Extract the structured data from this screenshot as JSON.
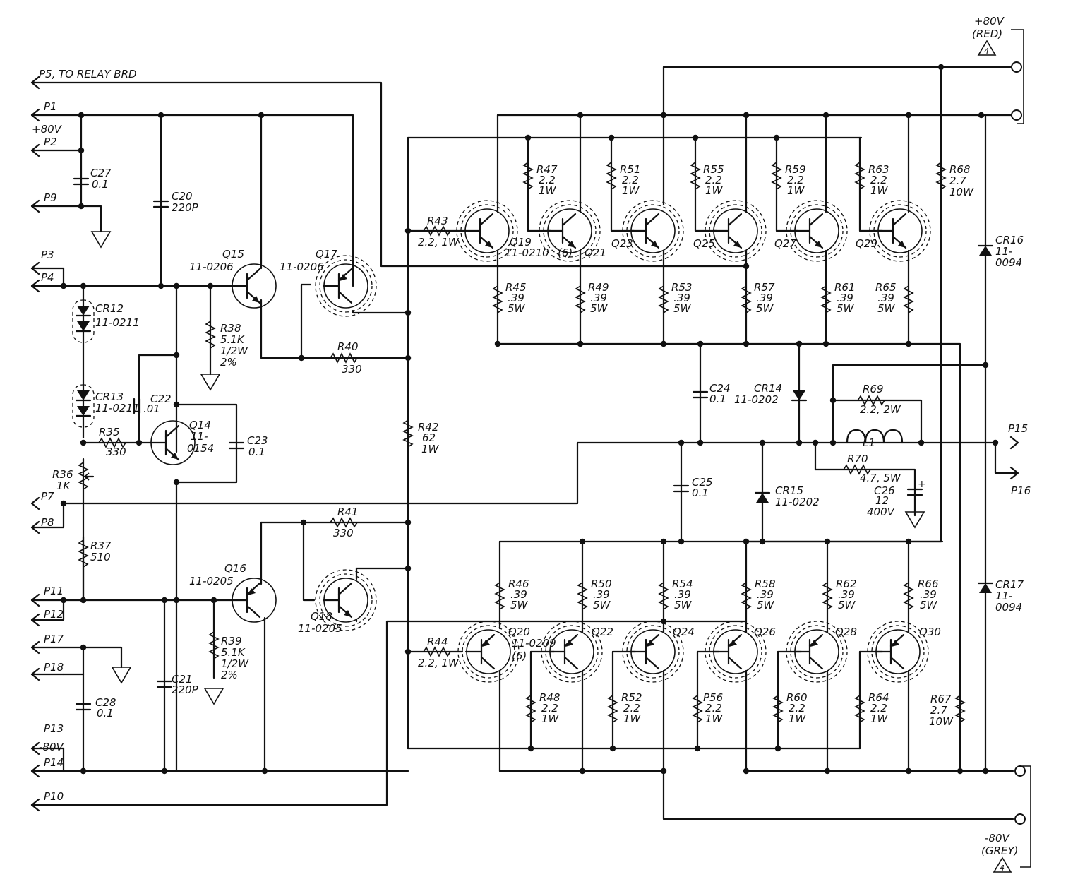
{
  "connectors": {
    "p5": "P5, TO RELAY BRD",
    "p1": "P1",
    "plus80_left": "+80V",
    "p2": "P2",
    "p9": "P9",
    "p3": "P3",
    "p4": "P4",
    "p7": "P7",
    "p8": "P8",
    "p11": "P11",
    "p12": "P12",
    "p17": "P17",
    "p18": "P18",
    "p13": "P13",
    "minus80_left": "-80V",
    "p14": "P14",
    "p10": "P10",
    "p15": "P15",
    "p16": "P16"
  },
  "supplies": {
    "plus80": "+80V",
    "plus80_wire": "(RED)",
    "minus80": "-80V",
    "minus80_wire": "(GREY)",
    "note": "4"
  },
  "capacitors": {
    "c27": {
      "ref": "C27",
      "val": "0.1"
    },
    "c20": {
      "ref": "C20",
      "val": "220P"
    },
    "c22": {
      "ref": "C22",
      "val": ".01"
    },
    "c23": {
      "ref": "C23",
      "val": "0.1"
    },
    "c21": {
      "ref": "C21",
      "val": "220P"
    },
    "c28": {
      "ref": "C28",
      "val": "0.1"
    },
    "c24": {
      "ref": "C24",
      "val": "0.1"
    },
    "c25": {
      "ref": "C25",
      "val": "0.1"
    },
    "c26": {
      "ref": "C26",
      "val": "12",
      "rating": "400V"
    }
  },
  "diodes": {
    "cr12": {
      "ref": "CR12",
      "part": "11-0211"
    },
    "cr13": {
      "ref": "CR13",
      "part": "11-0211"
    },
    "cr14": {
      "ref": "CR14",
      "part": "11-0202"
    },
    "cr15": {
      "ref": "CR15",
      "part": "11-0202"
    },
    "cr16": {
      "ref": "CR16",
      "part_a": "11-",
      "part_b": "0094"
    },
    "cr17": {
      "ref": "CR17",
      "part_a": "11-",
      "part_b": "0094"
    }
  },
  "transistors": {
    "q15": {
      "ref": "Q15",
      "part": "11-0206"
    },
    "q17": {
      "ref": "Q17",
      "part": "11-0206"
    },
    "q14": {
      "ref": "Q14",
      "part_a": "11-",
      "part_b": "0154"
    },
    "q16": {
      "ref": "Q16",
      "part": "11-0205"
    },
    "q18": {
      "ref": "Q18",
      "part": "11-0205"
    },
    "q19": {
      "ref": "Q19",
      "part": "11-0210",
      "qty": "(6)"
    },
    "q20": {
      "ref": "Q20",
      "part": "11-0209",
      "qty": "(6)"
    },
    "q21": "Q21",
    "q23": "Q23",
    "q25": "Q25",
    "q27": "Q27",
    "q29": "Q29",
    "q22": "Q22",
    "q24": "Q24",
    "q26": "Q26",
    "q28": "Q28",
    "q30": "Q30"
  },
  "resistors": {
    "r35": {
      "ref": "R35",
      "val": "330"
    },
    "r36": {
      "ref": "R36",
      "val": "1K"
    },
    "r37": {
      "ref": "R37",
      "val": "510"
    },
    "r38": {
      "ref": "R38",
      "val": "5.1K",
      "watt": "1/2W",
      "tol": "2%"
    },
    "r39": {
      "ref": "R39",
      "val": "5.1K",
      "watt": "1/2W",
      "tol": "2%"
    },
    "r40": {
      "ref": "R40",
      "val": "330"
    },
    "r41": {
      "ref": "R41",
      "val": "330"
    },
    "r42": {
      "ref": "R42",
      "val": "62",
      "watt": "1W"
    },
    "r43": {
      "ref": "R43",
      "val": "2.2, 1W"
    },
    "r44": {
      "ref": "R44",
      "val": "2.2, 1W"
    },
    "r68": {
      "ref": "R68",
      "val": "2.7",
      "watt": "10W"
    },
    "r67": {
      "ref": "R67",
      "val": "2.7",
      "watt": "10W"
    },
    "r69": {
      "ref": "R69",
      "val": "2.2, 2W"
    },
    "r70": {
      "ref": "R70",
      "val": "4.7, 5W"
    },
    "top_base": [
      {
        "ref": "R47",
        "val": "2.2",
        "watt": "1W"
      },
      {
        "ref": "R51",
        "val": "2.2",
        "watt": "1W"
      },
      {
        "ref": "R55",
        "val": "2.2",
        "watt": "1W"
      },
      {
        "ref": "R59",
        "val": "2.2",
        "watt": "1W"
      },
      {
        "ref": "R63",
        "val": "2.2",
        "watt": "1W"
      }
    ],
    "top_emitter": [
      {
        "ref": "R45",
        "val": ".39",
        "watt": "5W"
      },
      {
        "ref": "R49",
        "val": ".39",
        "watt": "5W"
      },
      {
        "ref": "R53",
        "val": ".39",
        "watt": "5W"
      },
      {
        "ref": "R57",
        "val": ".39",
        "watt": "5W"
      },
      {
        "ref": "R61",
        "val": ".39",
        "watt": "5W"
      },
      {
        "ref": "R65",
        "val": ".39",
        "watt": "5W"
      }
    ],
    "bottom_emitter": [
      {
        "ref": "R46",
        "val": ".39",
        "watt": "5W"
      },
      {
        "ref": "R50",
        "val": ".39",
        "watt": "5W"
      },
      {
        "ref": "R54",
        "val": ".39",
        "watt": "5W"
      },
      {
        "ref": "R58",
        "val": ".39",
        "watt": "5W"
      },
      {
        "ref": "R62",
        "val": ".39",
        "watt": "5W"
      },
      {
        "ref": "R66",
        "val": ".39",
        "watt": "5W"
      }
    ],
    "bottom_base": [
      {
        "ref": "R48",
        "val": "2.2",
        "watt": "1W"
      },
      {
        "ref": "R52",
        "val": "2.2",
        "watt": "1W"
      },
      {
        "ref": "P56",
        "val": "2.2",
        "watt": "1W"
      },
      {
        "ref": "R60",
        "val": "2.2",
        "watt": "1W"
      },
      {
        "ref": "R64",
        "val": "2.2",
        "watt": "1W"
      }
    ]
  },
  "inductor": {
    "ref": "L1"
  }
}
